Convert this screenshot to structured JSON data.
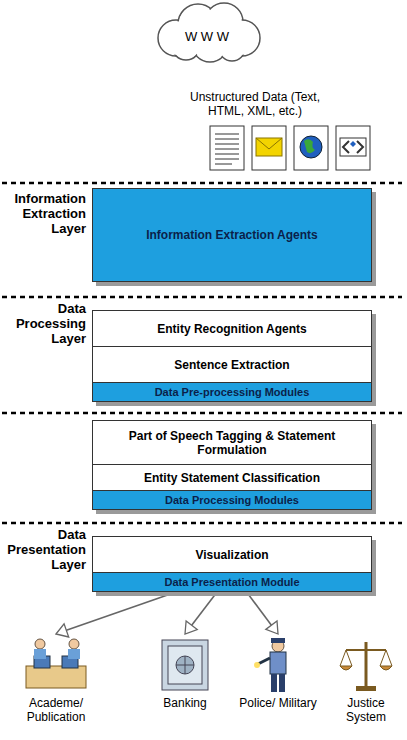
{
  "diagram": {
    "nodes": [
      {
        "text": [
          "W W W"
        ]
      },
      {
        "text": [
          "Information Extraction Agents"
        ]
      },
      {
        "text": [
          "Data Pre-processing Modules"
        ]
      },
      {
        "text": [
          "Entity Recognition Agents"
        ],
        "in": 2
      },
      {
        "text": [
          "Sentence Extraction"
        ],
        "in": 2
      },
      {
        "text": [
          "Data Processing Modules"
        ]
      },
      {
        "text": [
          "Part of Speech Tagging & Statement Formulation"
        ],
        "in": 5
      },
      {
        "text": [
          "Entity Statement Classification"
        ],
        "in": 5
      },
      {
        "text": [
          "Data Presentation Module"
        ]
      },
      {
        "text": [
          "Visualization"
        ],
        "in": 8
      },
      {
        "text": [
          "Academe/ Publication"
        ]
      },
      {
        "text": [
          "Banking"
        ]
      },
      {
        "text": [
          "Police/ Military"
        ]
      },
      {
        "text": [
          "Justice System"
        ]
      }
    ],
    "edges": [
      {
        "from": 8,
        "to": 10,
        "arrow": "to"
      },
      {
        "from": 8,
        "to": 11,
        "arrow": "to"
      },
      {
        "from": 8,
        "to": 12,
        "arrow": "to"
      }
    ],
    "labels": [
      "Unstructured Data (Text, HTML, XML, etc.)",
      "Information Extraction Layer",
      "Data Processing Layer",
      "Data Presentation Layer"
    ]
  }
}
